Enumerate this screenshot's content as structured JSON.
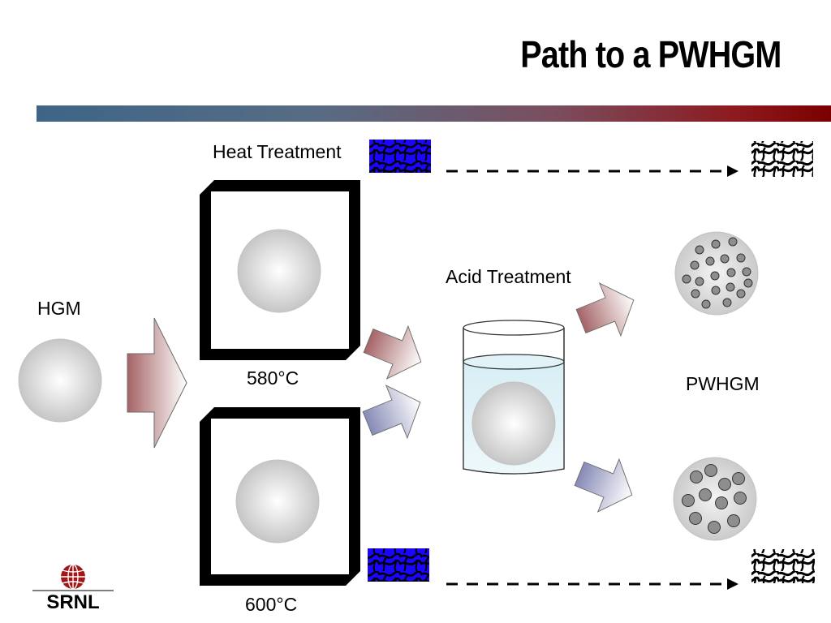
{
  "slide": {
    "title": "Path to a PWHGM"
  },
  "labels": {
    "heat_treatment": "Heat Treatment",
    "acid_treatment": "Acid Treatment",
    "hgm": "HGM",
    "temp_top": "580°C",
    "temp_bottom": "600°C",
    "pwhgm": "PWHGM"
  },
  "logo": {
    "text": "SRNL"
  },
  "colors": {
    "rule_left": "#3e6587",
    "rule_right": "#7b0000",
    "texture_fill": "#1a05ff",
    "arrow_red": "#a86a6c",
    "arrow_blue": "#8b8fb8",
    "furnace_border": "#000000",
    "sphere_gray": "#c8c8c8"
  }
}
